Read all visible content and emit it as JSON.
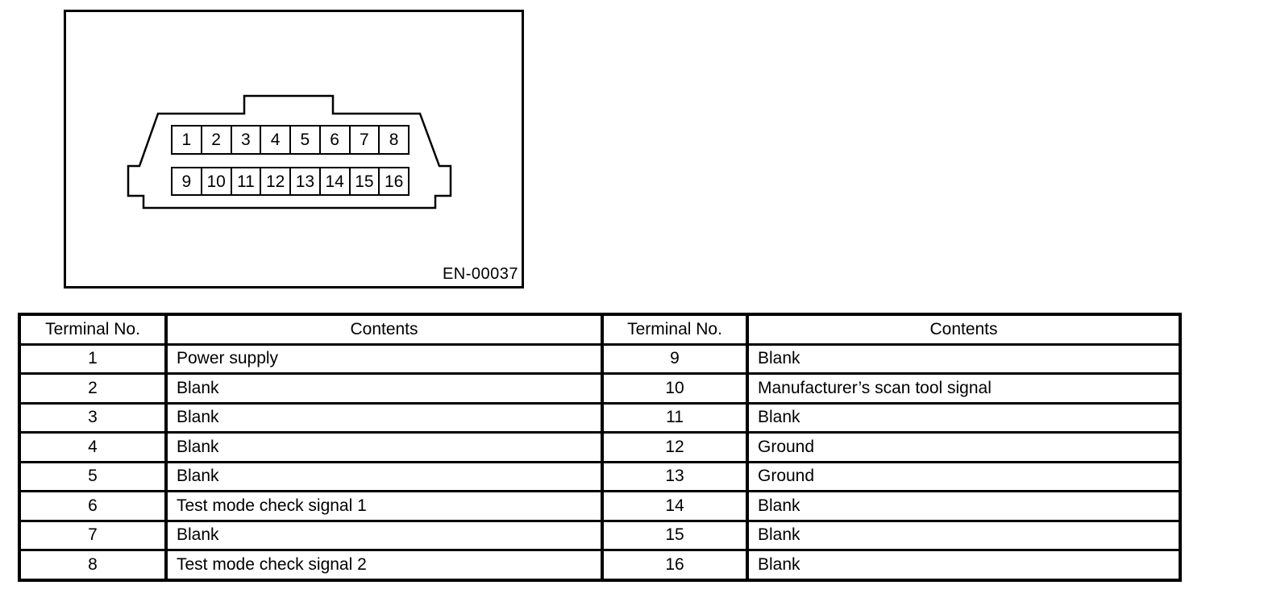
{
  "figure": {
    "code_label": "EN-00037",
    "pin_rows": [
      [
        "1",
        "2",
        "3",
        "4",
        "5",
        "6",
        "7",
        "8"
      ],
      [
        "9",
        "10",
        "11",
        "12",
        "13",
        "14",
        "15",
        "16"
      ]
    ]
  },
  "table": {
    "headers": [
      "Terminal No.",
      "Contents",
      "Terminal No.",
      "Contents"
    ],
    "rows": [
      [
        "1",
        "Power supply",
        "9",
        "Blank"
      ],
      [
        "2",
        "Blank",
        "10",
        "Manufacturer’s scan tool signal"
      ],
      [
        "3",
        "Blank",
        "11",
        "Blank"
      ],
      [
        "4",
        "Blank",
        "12",
        "Ground"
      ],
      [
        "5",
        "Blank",
        "13",
        "Ground"
      ],
      [
        "6",
        "Test mode check signal 1",
        "14",
        "Blank"
      ],
      [
        "7",
        "Blank",
        "15",
        "Blank"
      ],
      [
        "8",
        "Test mode check signal 2",
        "16",
        "Blank"
      ]
    ]
  },
  "colors": {
    "line": "#000000",
    "background": "#ffffff"
  }
}
